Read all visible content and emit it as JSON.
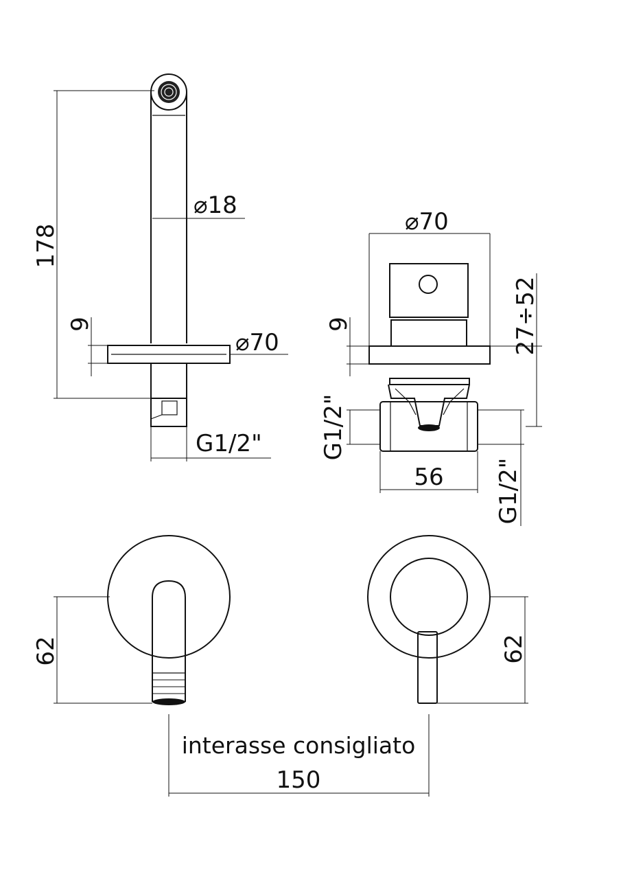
{
  "side_view": {
    "height_label": "178",
    "pipe_diameter_label": "⌀18",
    "plate_thickness_label": "9",
    "plate_diameter_label": "⌀70",
    "thread_label": "G1/2\""
  },
  "mixer_view": {
    "plate_diameter_label": "⌀70",
    "plate_thickness_label": "9",
    "depth_range_label": "27÷52",
    "left_thread_label": "G1/2\"",
    "body_width_label": "56",
    "right_thread_label": "G1/2\""
  },
  "front_view": {
    "spout_height_label": "62",
    "handle_height_label": "62",
    "spacing_caption": "interasse consigliato",
    "spacing_value": "150"
  }
}
